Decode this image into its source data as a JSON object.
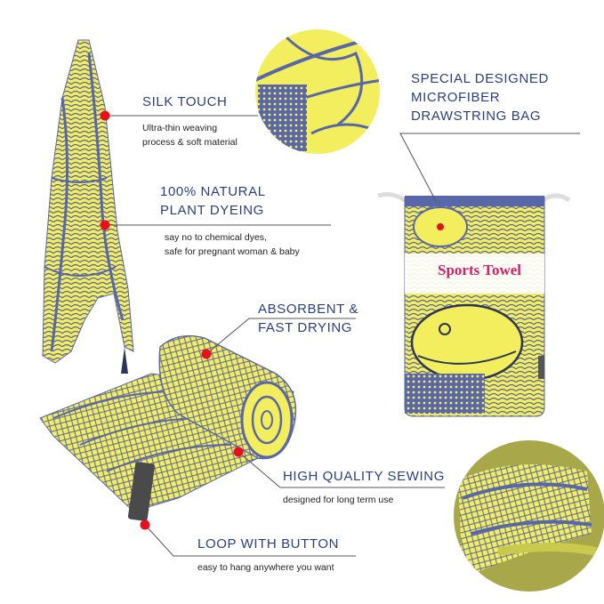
{
  "colors": {
    "heading": "#2b3f7e",
    "text": "#222222",
    "marker": "#e8101e",
    "towel_yellow": "#f3ee5d",
    "towel_blue": "#5966a8",
    "bag_label": "#d61f69",
    "line": "#555555"
  },
  "features": {
    "silk_touch": {
      "title": "SILK TOUCH",
      "desc": "Ultra-thin weaving\nprocess & soft material"
    },
    "natural_dye": {
      "title": "100% NATURAL\nPLANT DYEING",
      "desc": "say no to chemical dyes,\nsafe for pregnant woman & baby"
    },
    "absorbent": {
      "title": "ABSORBENT &\nFAST DRYING"
    },
    "sewing": {
      "title": "HIGH QUALITY SEWING",
      "desc": "designed for long term use"
    },
    "loop": {
      "title": "LOOP WITH BUTTON",
      "desc": "easy to hang anywhere you want"
    },
    "bag": {
      "title": "SPECIAL DESIGNED\nMICROFIBER\nDRAWSTRING BAG"
    }
  },
  "bag_label": "Sports Towel",
  "icons": [
    "hanging-towel-image",
    "rolled-towel-image",
    "drawstring-bag-image",
    "fabric-closeup-image",
    "seam-closeup-image",
    "marker-dot-icon"
  ]
}
